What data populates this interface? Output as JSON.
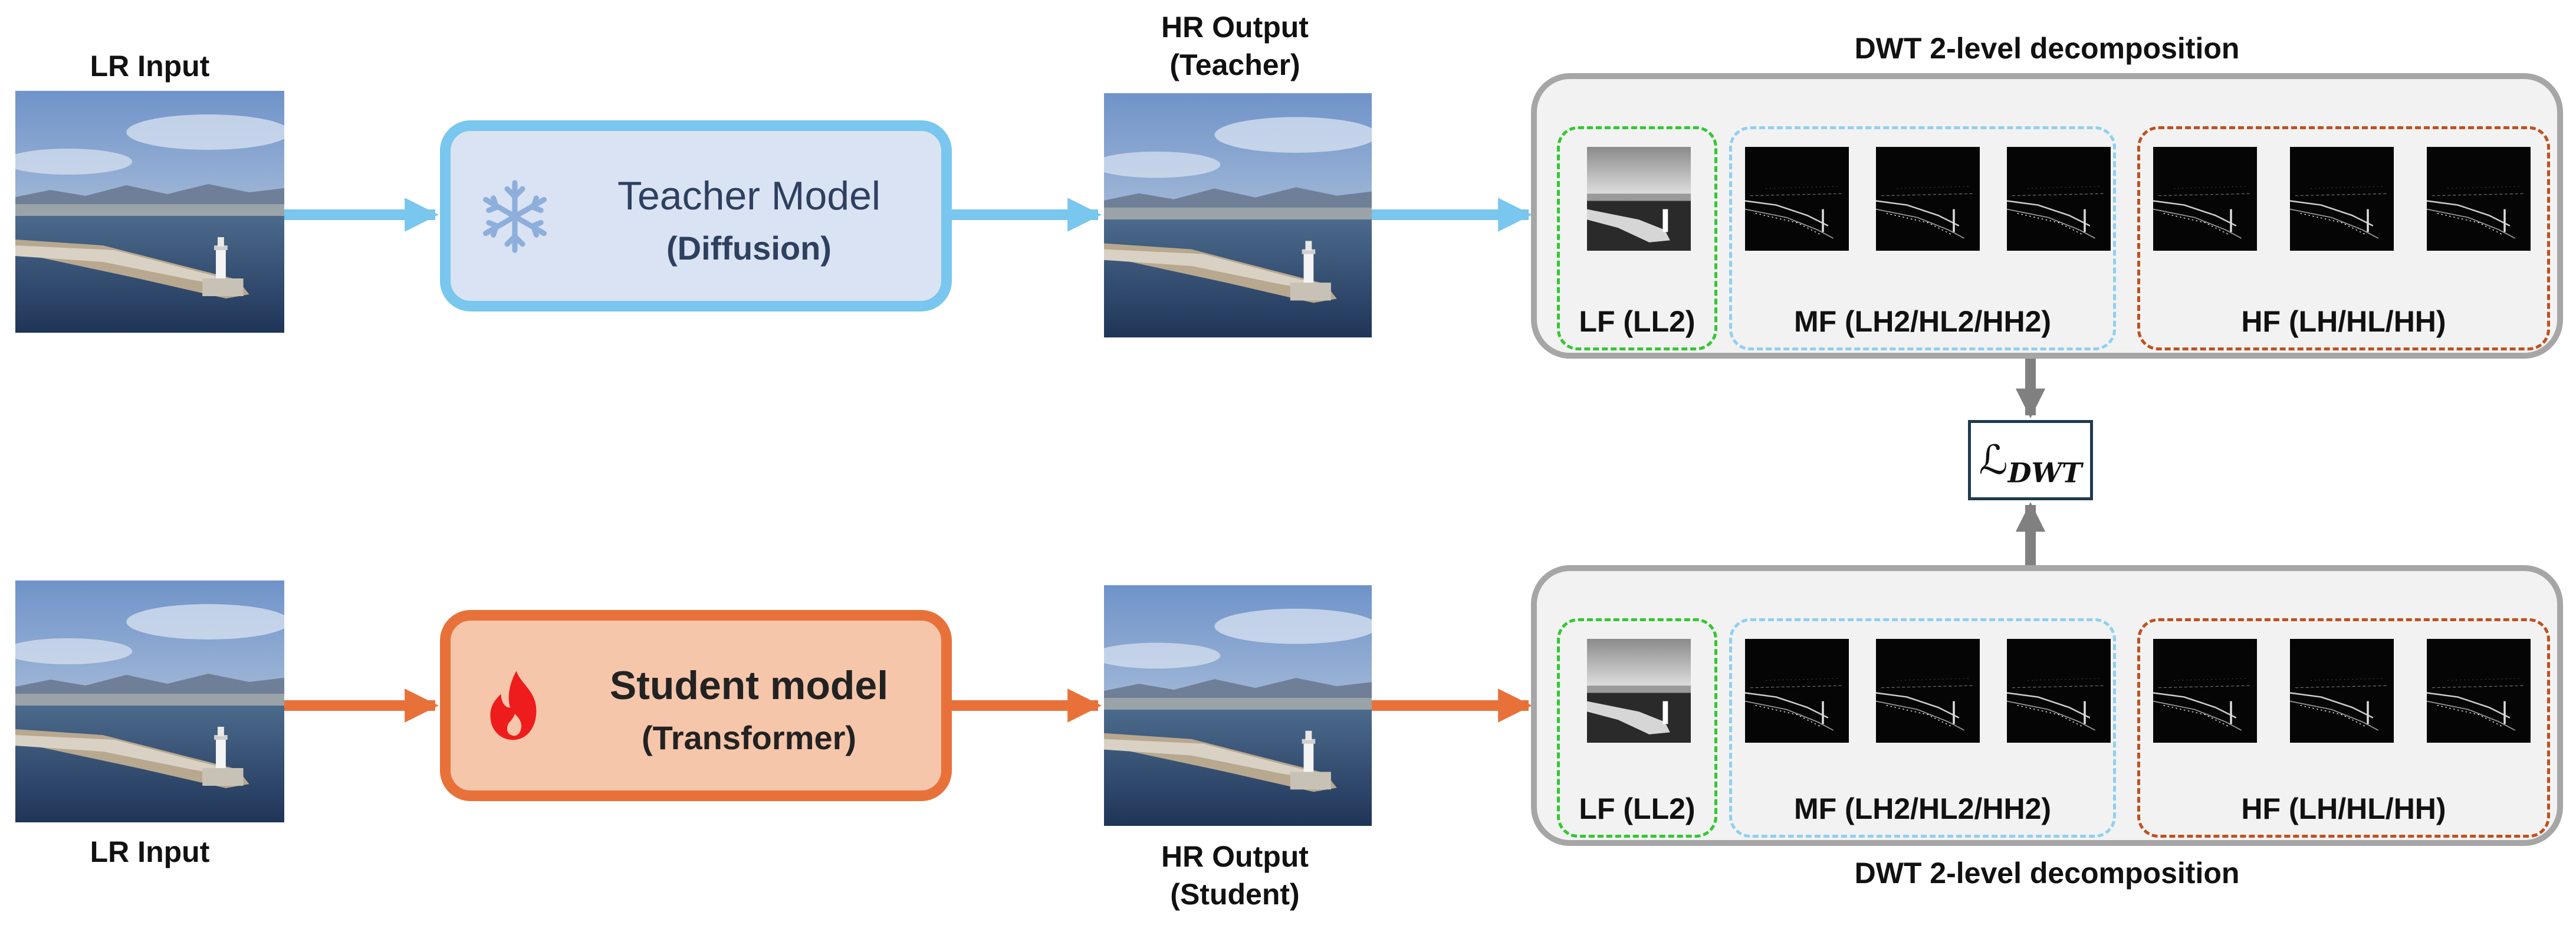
{
  "colors": {
    "teacher": "#79c6ee",
    "student": "#e8713a",
    "loss_arrow": "#808080"
  },
  "teacher_row": {
    "input_label": "LR Input",
    "model_name": "Teacher Model",
    "model_type": "(Diffusion)",
    "model_icon": "snowflake-icon",
    "output_label_line1": "HR Output",
    "output_label_line2": "(Teacher)",
    "dwt_title": "DWT 2-level decomposition",
    "lf_label": "LF (LL2)",
    "mf_label": "MF (LH2/HL2/HH2)",
    "hf_label": "HF (LH/HL/HH)"
  },
  "student_row": {
    "input_label": "LR Input",
    "model_name": "Student model",
    "model_type": "(Transformer)",
    "model_icon": "flame-icon",
    "output_label_line1": "HR Output",
    "output_label_line2": "(Student)",
    "dwt_title": "DWT 2-level decomposition",
    "lf_label": "LF (LL2)",
    "mf_label": "MF (LH2/HL2/HH2)",
    "hf_label": "HF (LH/HL/HH)"
  },
  "loss": {
    "symbol": "ℒ",
    "subscript": "DWT"
  }
}
